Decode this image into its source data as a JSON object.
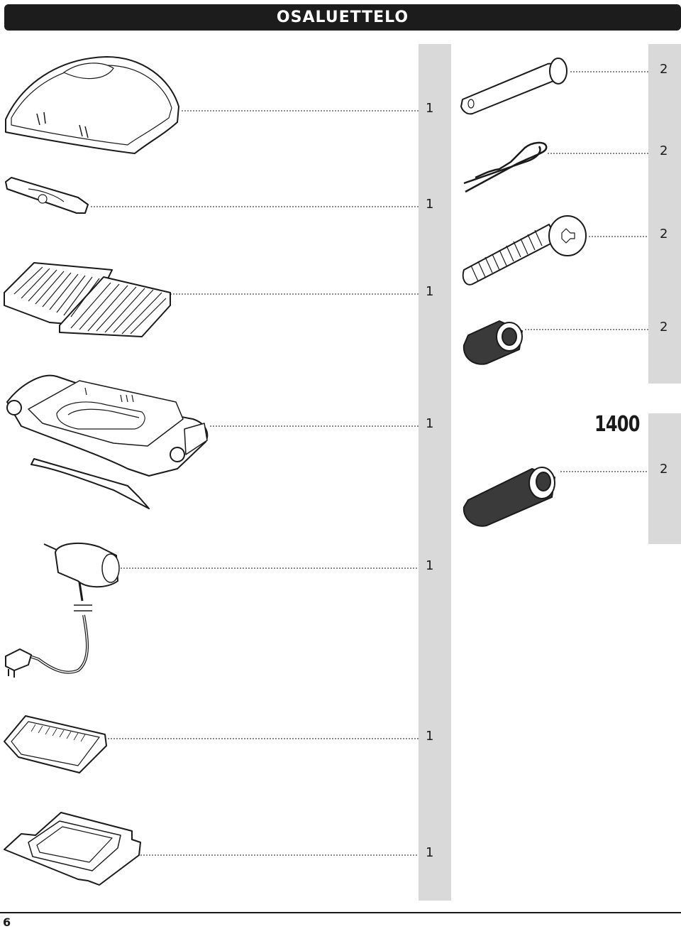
{
  "header": {
    "title": "OSALUETTELO"
  },
  "parts_left": [
    {
      "name": "lid",
      "quantity": "1"
    },
    {
      "name": "handle",
      "quantity": "1"
    },
    {
      "name": "cooking-grates",
      "quantity": "1"
    },
    {
      "name": "cookbox-with-stand",
      "quantity": "1"
    },
    {
      "name": "heating-element-with-cord",
      "quantity": "1"
    },
    {
      "name": "drip-pan",
      "quantity": "1"
    },
    {
      "name": "catch-pan",
      "quantity": "1"
    }
  ],
  "parts_right": [
    {
      "name": "pin",
      "quantity": "2"
    },
    {
      "name": "clip",
      "quantity": "2"
    },
    {
      "name": "screw",
      "quantity": "2"
    },
    {
      "name": "spacer",
      "quantity": "2"
    }
  ],
  "model_section": {
    "model": "1400",
    "parts": [
      {
        "name": "long-spacer",
        "quantity": "2"
      }
    ]
  },
  "footer": {
    "page_number": "6"
  }
}
